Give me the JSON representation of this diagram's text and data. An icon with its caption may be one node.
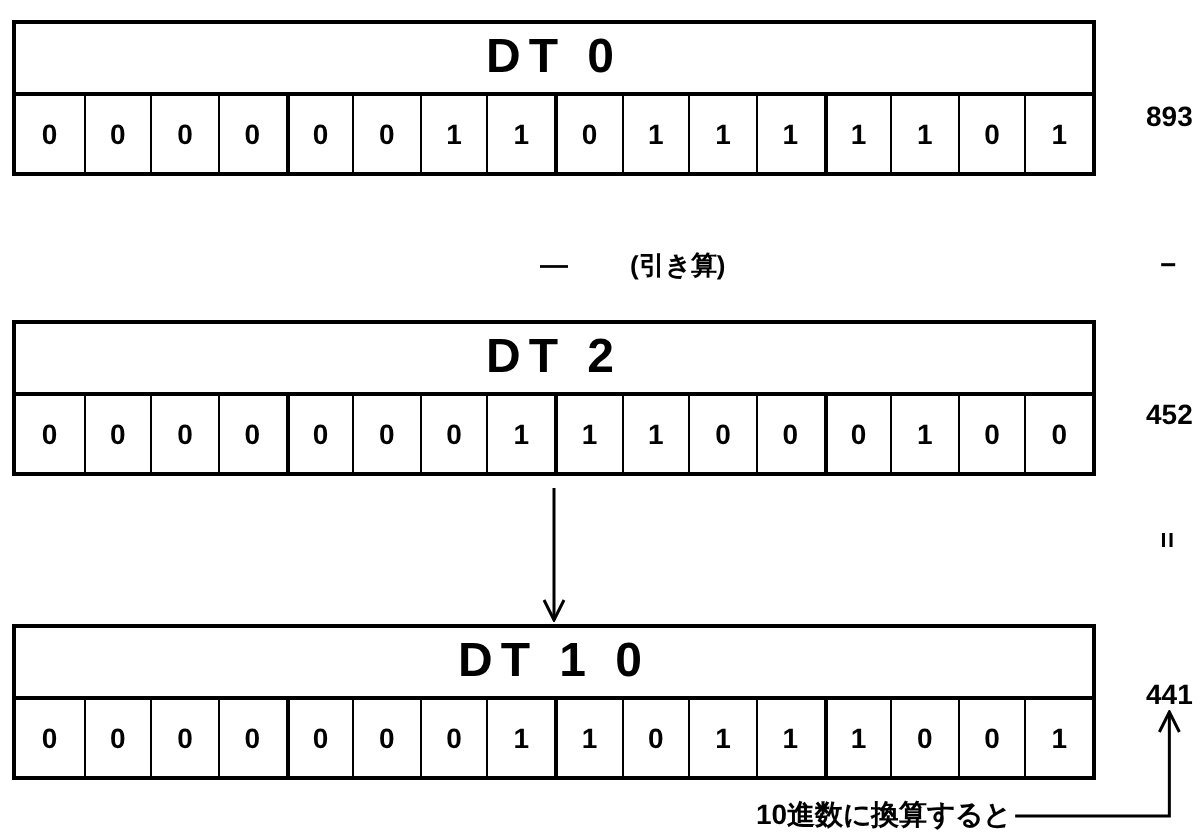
{
  "diagram": {
    "nodes": [
      {
        "text": [
          "DT 0"
        ]
      },
      {
        "text": [
          "0"
        ],
        "in": 0
      },
      {
        "text": [
          "0"
        ],
        "in": 0
      },
      {
        "text": [
          "0"
        ],
        "in": 0
      },
      {
        "text": [
          "0"
        ],
        "in": 0
      },
      {
        "text": [
          "0"
        ],
        "in": 0
      },
      {
        "text": [
          "0"
        ],
        "in": 0
      },
      {
        "text": [
          "1"
        ],
        "in": 0
      },
      {
        "text": [
          "1"
        ],
        "in": 0
      },
      {
        "text": [
          "0"
        ],
        "in": 0
      },
      {
        "text": [
          "1"
        ],
        "in": 0
      },
      {
        "text": [
          "1"
        ],
        "in": 0
      },
      {
        "text": [
          "1"
        ],
        "in": 0
      },
      {
        "text": [
          "1"
        ],
        "in": 0
      },
      {
        "text": [
          "1"
        ],
        "in": 0
      },
      {
        "text": [
          "0"
        ],
        "in": 0
      },
      {
        "text": [
          "1"
        ],
        "in": 0
      },
      {
        "text": [
          "DT 2"
        ]
      },
      {
        "text": [
          "0"
        ],
        "in": 17
      },
      {
        "text": [
          "0"
        ],
        "in": 17
      },
      {
        "text": [
          "0"
        ],
        "in": 17
      },
      {
        "text": [
          "0"
        ],
        "in": 17
      },
      {
        "text": [
          "0"
        ],
        "in": 17
      },
      {
        "text": [
          "0"
        ],
        "in": 17
      },
      {
        "text": [
          "0"
        ],
        "in": 17
      },
      {
        "text": [
          "1"
        ],
        "in": 17
      },
      {
        "text": [
          "1"
        ],
        "in": 17
      },
      {
        "text": [
          "1"
        ],
        "in": 17
      },
      {
        "text": [
          "0"
        ],
        "in": 17
      },
      {
        "text": [
          "0"
        ],
        "in": 17
      },
      {
        "text": [
          "0"
        ],
        "in": 17
      },
      {
        "text": [
          "1"
        ],
        "in": 17
      },
      {
        "text": [
          "0"
        ],
        "in": 17
      },
      {
        "text": [
          "0"
        ],
        "in": 17
      },
      {
        "text": [
          "DT 1 0"
        ]
      },
      {
        "text": [
          "0"
        ],
        "in": 34
      },
      {
        "text": [
          "0"
        ],
        "in": 34
      },
      {
        "text": [
          "0"
        ],
        "in": 34
      },
      {
        "text": [
          "0"
        ],
        "in": 34
      },
      {
        "text": [
          "0"
        ],
        "in": 34
      },
      {
        "text": [
          "0"
        ],
        "in": 34
      },
      {
        "text": [
          "0"
        ],
        "in": 34
      },
      {
        "text": [
          "1"
        ],
        "in": 34
      },
      {
        "text": [
          "1"
        ],
        "in": 34
      },
      {
        "text": [
          "0"
        ],
        "in": 34
      },
      {
        "text": [
          "1"
        ],
        "in": 34
      },
      {
        "text": [
          "1"
        ],
        "in": 34
      },
      {
        "text": [
          "1"
        ],
        "in": 34
      },
      {
        "text": [
          "0"
        ],
        "in": 34
      },
      {
        "text": [
          "0"
        ],
        "in": 34
      },
      {
        "text": [
          "1"
        ],
        "in": 34
      },
      {
        "text": [
          "441"
        ]
      },
      {
        "text": [
          "10進数に換算すると"
        ]
      }
    ],
    "edges": [
      {
        "from": 17,
        "to": 34,
        "arrow": "to"
      },
      {
        "from": 52,
        "to": 51,
        "arrow": "to"
      }
    ],
    "labels": [
      "893",
      "—",
      "(引き算)",
      "−",
      "452",
      "="
    ]
  }
}
